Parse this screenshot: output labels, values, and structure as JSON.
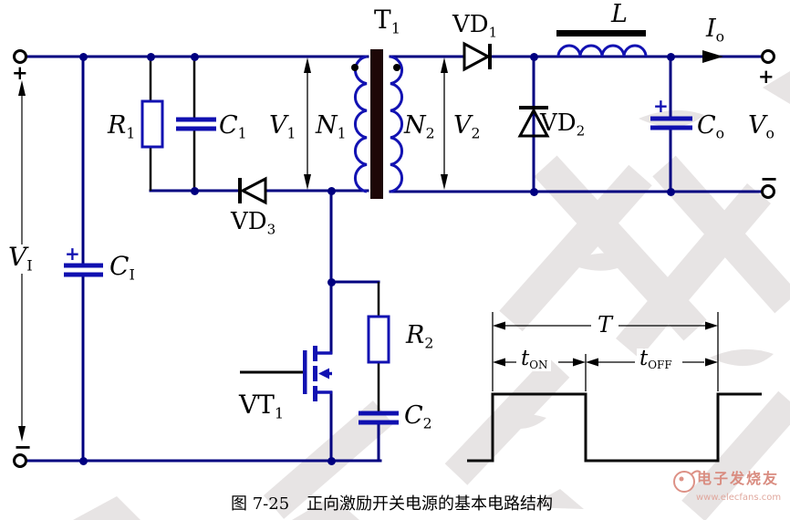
{
  "caption": {
    "number": "图 7-25",
    "title": "正向激励开关电源的基本电路结构"
  },
  "labels": {
    "t1": {
      "main": "T",
      "sub": "1"
    },
    "vd1": {
      "main": "VD",
      "sub": "1"
    },
    "vd2": {
      "main": "VD",
      "sub": "2"
    },
    "vd3": {
      "main": "VD",
      "sub": "3"
    },
    "vt1": {
      "main": "VT",
      "sub": "1"
    },
    "l": {
      "main": "L",
      "sub": ""
    },
    "io": {
      "main": "I",
      "sub": "o"
    },
    "vo": {
      "main": "V",
      "sub": "o"
    },
    "co": {
      "main": "C",
      "sub": "o"
    },
    "vi": {
      "main": "V",
      "sub": "I"
    },
    "ci": {
      "main": "C",
      "sub": "I"
    },
    "c1": {
      "main": "C",
      "sub": "1"
    },
    "c2": {
      "main": "C",
      "sub": "2"
    },
    "r1": {
      "main": "R",
      "sub": "1"
    },
    "r2": {
      "main": "R",
      "sub": "2"
    },
    "v1": {
      "main": "V",
      "sub": "1"
    },
    "v2": {
      "main": "V",
      "sub": "2"
    },
    "n1": {
      "main": "N",
      "sub": "1"
    },
    "n2": {
      "main": "N",
      "sub": "2"
    }
  },
  "timing": {
    "period": {
      "main": "T",
      "sub": ""
    },
    "t_on": {
      "main": "t",
      "sub": "ON"
    },
    "t_off": {
      "main": "t",
      "sub": "OFF"
    }
  },
  "signs": {
    "plus": "+",
    "minus": "−"
  },
  "watermark": {
    "brand": "电子发烧友",
    "site": "www.elecfans.com"
  },
  "colors": {
    "wire": "#000080",
    "component": "#1212b2",
    "symbol": "#000000",
    "watermark_gray": "#e5e2e2",
    "logo_red": "#d98c80"
  }
}
